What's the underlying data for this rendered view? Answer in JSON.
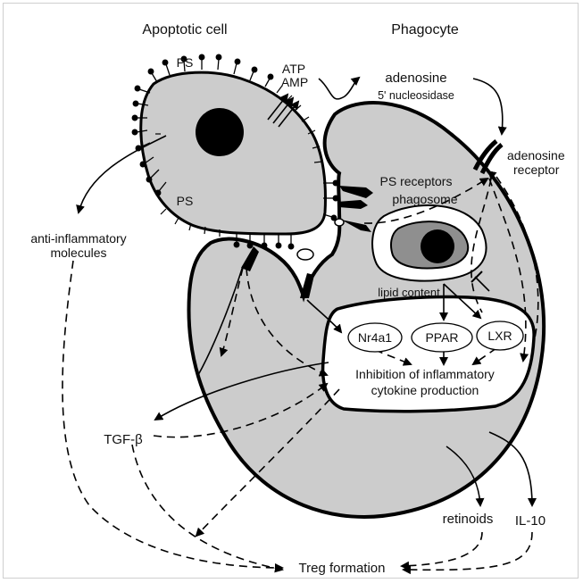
{
  "labels": {
    "apoptotic_cell": "Apoptotic cell",
    "phagocyte": "Phagocyte",
    "ps_top": "PS",
    "ps_bottom": "PS",
    "atp": "ATP",
    "amp": "AMP",
    "adenosine": "adenosine",
    "nucleosidase": "5' nucleosidase",
    "adenosine_receptor_1": "adenosine",
    "adenosine_receptor_2": "receptor",
    "ps_receptors": "PS receptors",
    "phagosome": "phagosome",
    "anti_inflammatory_1": "anti-inflammatory",
    "anti_inflammatory_2": "molecules",
    "lipid_content": "lipid content",
    "nr4a1": "Nr4a1",
    "ppar": "PPAR",
    "lxr": "LXR",
    "inhibition_1": "Inhibition of inflammatory",
    "inhibition_2": "cytokine production",
    "tgf_beta": "TGF-β",
    "retinoids": "retinoids",
    "il10": "IL-10",
    "treg_formation": "Treg formation"
  },
  "colors": {
    "cell_fill": "#cccccc",
    "nucleus": "#000000",
    "phagosome_inner": "#8f8f8f",
    "stroke": "#000000"
  }
}
